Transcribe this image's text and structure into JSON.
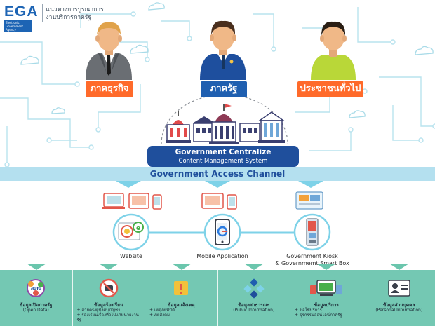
{
  "header": {
    "logo": "EGA",
    "logo_subtitle": "Electronic Government Agency",
    "tagline_line1": "แนวทางการบูรณาการ",
    "tagline_line2": "งานบริการภาครัฐ"
  },
  "roles": [
    {
      "label": "ภาคธุรกิจ",
      "icon": "businessman-icon"
    },
    {
      "label": "ภาครัฐ",
      "icon": "government-officer-icon"
    },
    {
      "label": "ประชาชนทั่วไป",
      "icon": "citizen-icon"
    }
  ],
  "cms": {
    "title": "Government Centralize",
    "subtitle": "Content Management System"
  },
  "access_channel": "Government Access Channel",
  "channels": [
    {
      "label": "Website",
      "icon": "website-icon"
    },
    {
      "label": "Mobile Application",
      "icon": "mobile-app-icon"
    },
    {
      "label_line1": "Government Kiosk",
      "label_line2": "& Governmemt Smart Box",
      "icon": "kiosk-icon"
    }
  ],
  "services": [
    {
      "title_line1": "ข้อมูลเปิดภาครัฐ",
      "title_line2": "(Open Data)",
      "icon": "open-data-icon"
    },
    {
      "title_line1": "ข้อมูลร้องเรียน",
      "bullet1": "+ สายตรงผู้บังคับบัญชา",
      "bullet2": "+ ร้องเรียนเรื่องทั่วไปแก่หน่วยงานรัฐ",
      "icon": "complaint-icon"
    },
    {
      "title_line1": "ข้อมูลแจ้งเหตุ",
      "bullet1": "+ เหตุภัยพิบัติ",
      "bullet2": "+ ภัยสังคม",
      "icon": "alert-icon"
    },
    {
      "title_line1": "ข้อมูลสาธารณะ",
      "title_line2": "(Public Information)",
      "icon": "public-info-icon"
    },
    {
      "title_line1": "ข้อมูลบริการ",
      "bullet1": "+ ขอใช้บริการ",
      "bullet2": "+ ธุรกรรมออนไลน์ภาครัฐ",
      "icon": "service-icon"
    },
    {
      "title_line1": "ข้อมูลส่วนบุคคล",
      "title_line2": "(Personal Information)",
      "icon": "personal-info-icon"
    }
  ],
  "colors": {
    "orange": "#ff6a2a",
    "blue": "#1f5fb0",
    "navy": "#1f4f9c",
    "light_blue": "#b4e0ef",
    "teal": "#74c8b3"
  }
}
